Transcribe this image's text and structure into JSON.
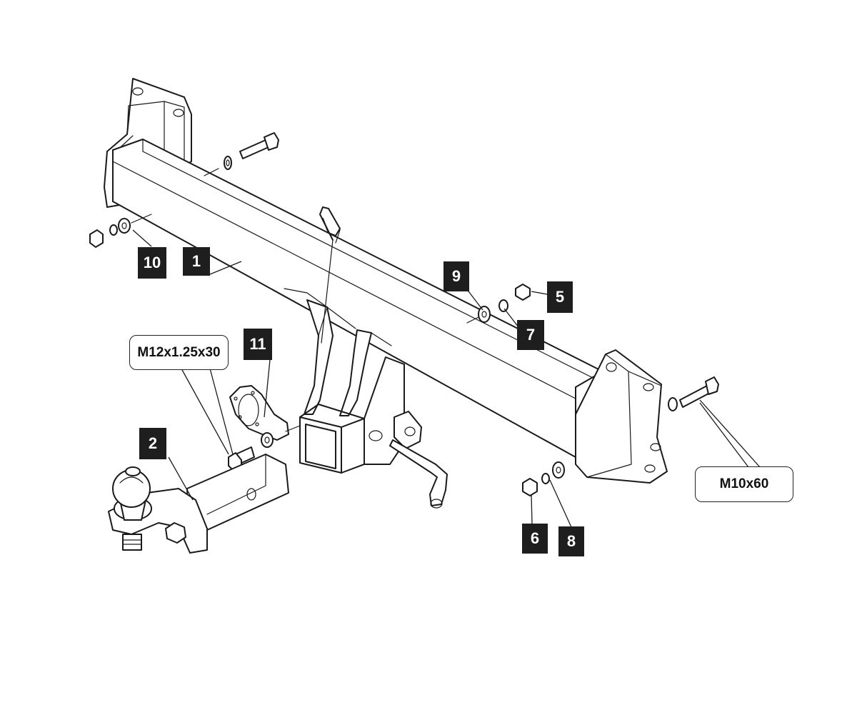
{
  "callouts": {
    "p1": "1",
    "p2": "2",
    "p5": "5",
    "p6": "6",
    "p7": "7",
    "p8": "8",
    "p9": "9",
    "p10": "10",
    "p11": "11"
  },
  "specs": {
    "bolt_m12": "M12x1.25x30",
    "bolt_m10": "M10x60"
  },
  "colors": {
    "line": "#1a1a1a",
    "badge_bg": "#1e1e1e",
    "badge_text": "#ffffff",
    "background": "#ffffff"
  }
}
